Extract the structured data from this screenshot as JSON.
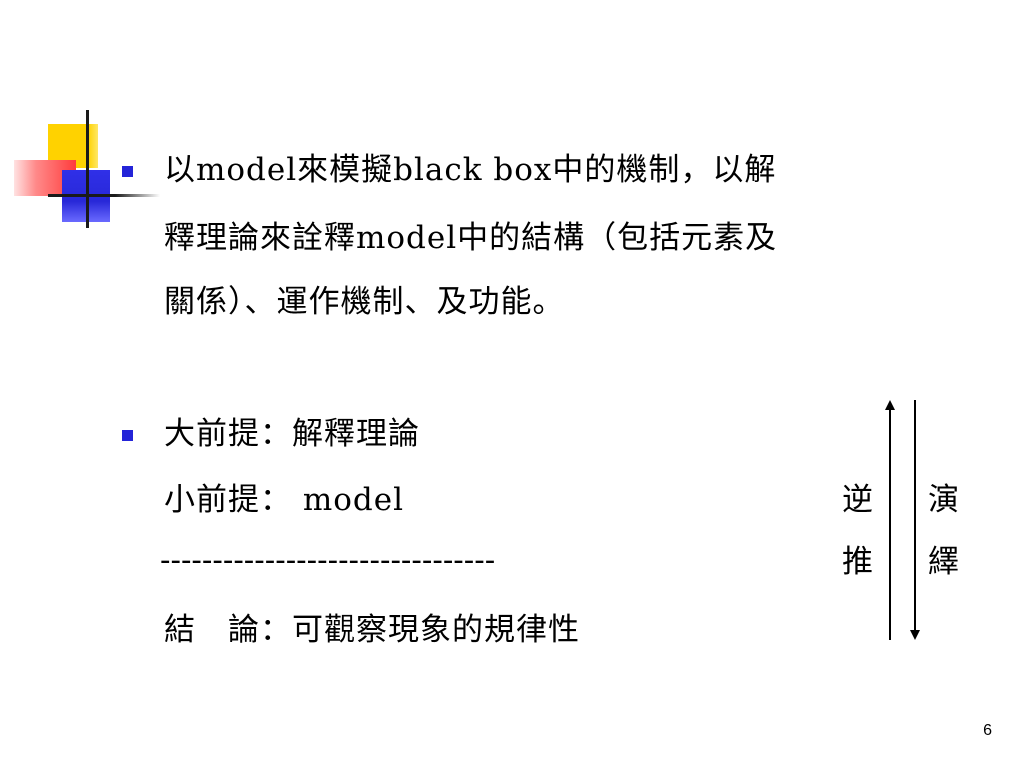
{
  "slide": {
    "bullet1": {
      "line1": "以model來模擬black box中的機制，以解",
      "line2": "釋理論來詮釋model中的結構（包括元素及",
      "line3": "關係）、運作機制、及功能。"
    },
    "bullet2": {
      "major": "大前提：解釋理論",
      "minor": "小前提： model",
      "divider": "--------------------------------",
      "conclusion": "結　論：可觀察現象的規律性"
    },
    "reverse_label": {
      "top": "逆",
      "bottom": "推"
    },
    "deduce_label": {
      "top": "演",
      "bottom": "繹"
    },
    "page_number": "6"
  },
  "colors": {
    "bullet": "#2424d8",
    "logo_yellow": "#ffd200",
    "logo_red": "#ff3c3c",
    "logo_blue": "#2828d8"
  }
}
